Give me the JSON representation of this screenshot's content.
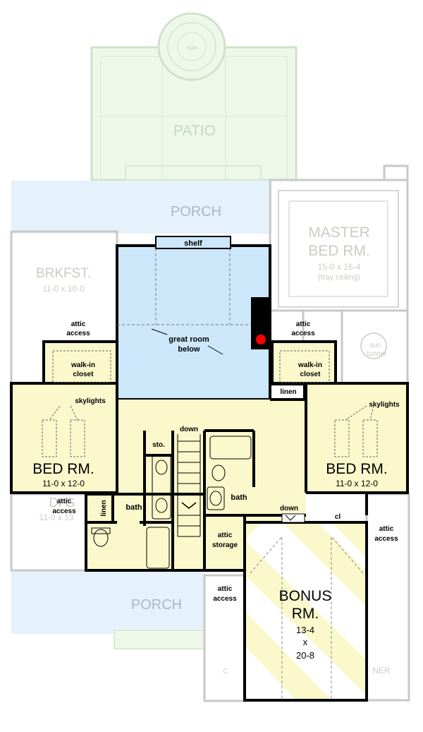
{
  "colors": {
    "upper_floor_fill": "#fbf8cc",
    "open_below_fill": "#cde7fa",
    "porch_fill": "#e5f2fb",
    "patio_fill": "#eef8ea",
    "wall": "#000000",
    "ghost_wall": "#c8c8c8",
    "chimney_marker": "#ff0000"
  },
  "ghost_labels": {
    "spa": "spa",
    "patio": "PATIO",
    "porch_top": "PORCH",
    "porch_bottom": "PORCH",
    "master_line1": "MASTER",
    "master_line2": "BED RM.",
    "master_dims": "15-0  x  16-4",
    "master_note": "(tray ceiling)",
    "brkfst": "BRKFST.",
    "brkfst_dims": "11-0  x  10-0",
    "dining_partial": "DI  G",
    "dining_dims": "11-0  x  13",
    "sun_line1": "sun",
    "sun_line2": "tunnel",
    "corner_left": "C",
    "corner_right": "NER"
  },
  "rooms": {
    "shelf": "shelf",
    "great_room_line1": "great room",
    "great_room_line2": "below",
    "attic_access_left_1": "attic",
    "attic_access_left_2": "access",
    "attic_access_right_1": "attic",
    "attic_access_right_2": "access",
    "walkin_left_1": "walk-in",
    "walkin_left_2": "closet",
    "walkin_right_1": "walk-in",
    "walkin_right_2": "closet",
    "linen_top": "linen",
    "skylights_left": "skylights",
    "skylights_right": "skylights",
    "down_top": "down",
    "sto": "sto.",
    "bed_left": "BED  RM.",
    "bed_left_dims": "11-0  x  12-0",
    "bed_right": "BED  RM.",
    "bed_right_dims": "11-0  x  12-0",
    "bath_left": "bath",
    "bath_right": "bath",
    "linen_side": "linen",
    "attic_access_lower_left_1": "attic",
    "attic_access_lower_left_2": "access",
    "down_bonus": "down",
    "cl": "cl",
    "attic_access_far_right_1": "attic",
    "attic_access_far_right_2": "access",
    "attic_storage_1": "attic",
    "attic_storage_2": "storage",
    "attic_access_bonus_1": "attic",
    "attic_access_bonus_2": "access",
    "bonus_line1": "BONUS",
    "bonus_line2": "RM.",
    "bonus_dim1": "13-4",
    "bonus_x": "x",
    "bonus_dim2": "20-8"
  }
}
